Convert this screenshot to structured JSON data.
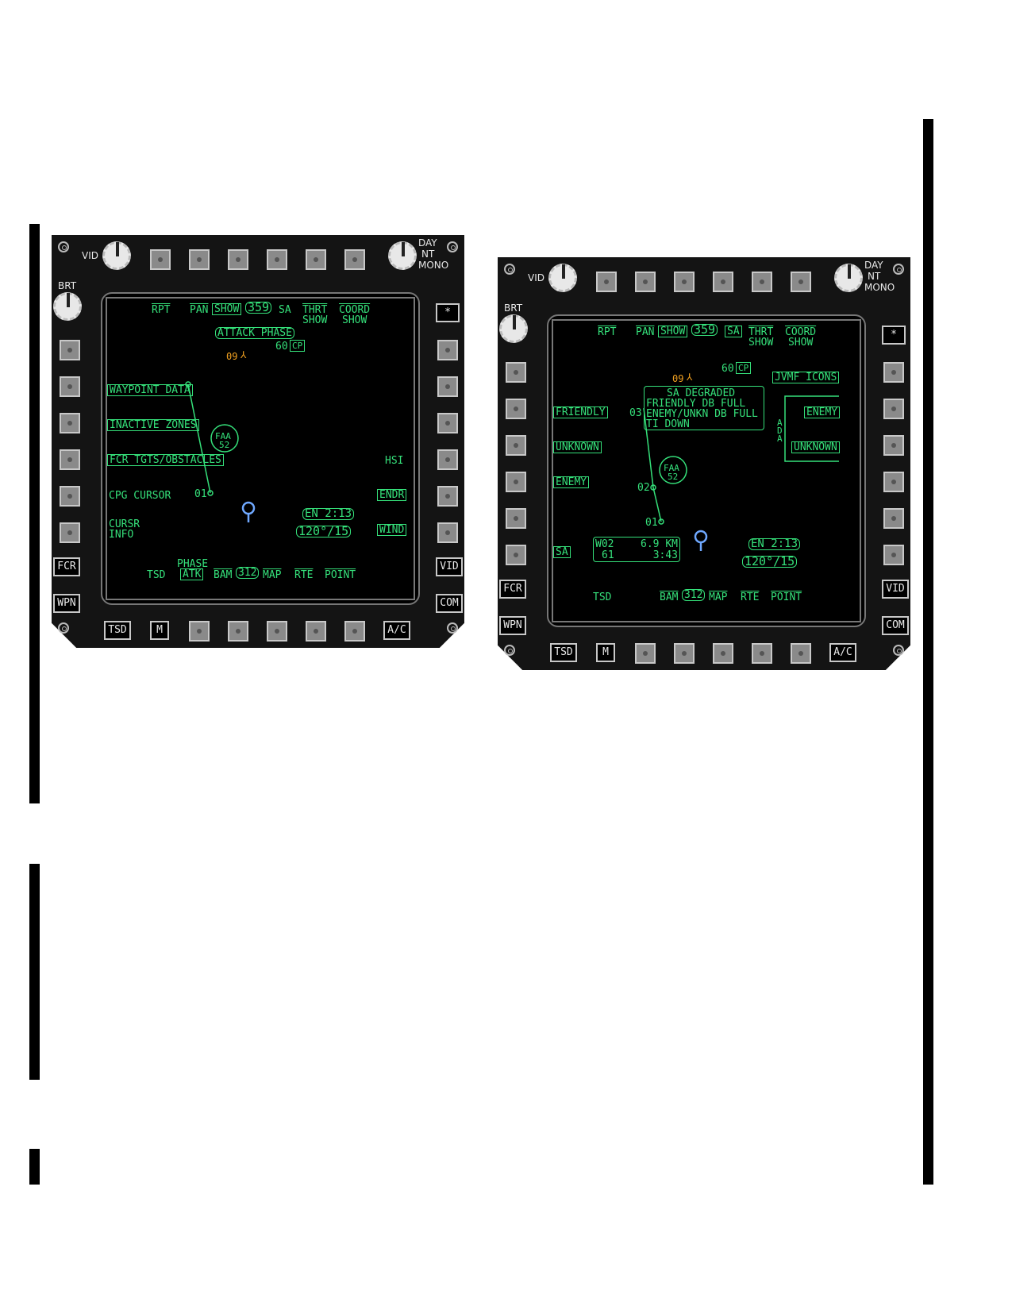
{
  "mfd_common": {
    "vid_knob_label": "VID",
    "brt_knob_label": "BRT",
    "mode_labels": [
      "DAY",
      "NT",
      "MONO"
    ],
    "star_button": "*",
    "fcr_button": "FCR",
    "wpn_button": "WPN",
    "vid_button": "VID",
    "com_button": "COM",
    "tsd_button": "TSD",
    "m_button": "M",
    "ac_button": "A/C"
  },
  "left_mfd": {
    "top_labels": {
      "rpt": "RPT",
      "pan": "PAN",
      "show": "SHOW",
      "heading": "359",
      "sa": "SA",
      "thrt": "THRT",
      "thrt_sub": "SHOW",
      "coord": "COORD",
      "coord_sub": "SHOW"
    },
    "attack_phase": "ATTACK PHASE",
    "cp_value": "60",
    "cp_label": "CP",
    "marker_value": "09",
    "left_options": [
      "WAYPOINT DATA",
      "INACTIVE ZONES",
      "FCR TGTS/OBSTACLES",
      "CPG CURSOR",
      "CURSR",
      "INFO"
    ],
    "right_options": [
      "HSI",
      "ENDR",
      "WIND"
    ],
    "faa": {
      "top": "FAA",
      "bottom": "52"
    },
    "waypoint_01": "01",
    "en_time": "EN 2:13",
    "bearing": "120°/15",
    "bottom_labels": {
      "tsd": "TSD",
      "phase": "PHASE",
      "atk": "ATK",
      "bam": "BAM",
      "range": "312",
      "map": "MAP",
      "rte": "RTE",
      "point": "POINT"
    }
  },
  "right_mfd": {
    "top_labels": {
      "rpt": "RPT",
      "pan": "PAN",
      "show": "SHOW",
      "heading": "359",
      "sa": "SA",
      "thrt": "THRT",
      "thrt_sub": "SHOW",
      "coord": "COORD",
      "coord_sub": "SHOW"
    },
    "cp_value": "60",
    "cp_label": "CP",
    "marker_value": "09",
    "status_box": [
      "SA DEGRADED",
      "FRIENDLY DB FULL",
      "ENEMY/UNKN DB FULL",
      "TI DOWN"
    ],
    "left_options": [
      "FRIENDLY",
      "UNKNOWN",
      "ENEMY",
      "SA"
    ],
    "right_options": [
      "JVMF ICONS",
      "ENEMY",
      "UNKNOWN"
    ],
    "ada_label": "ADA",
    "waypoint_03": "03",
    "waypoint_02": "02",
    "waypoint_01": "01",
    "faa": {
      "top": "FAA",
      "bottom": "52"
    },
    "wp_box": {
      "wp": "W02",
      "dist": "6.9 KM",
      "alt": "61",
      "time": "3:43"
    },
    "en_time": "EN 2:13",
    "bearing": "120°/15",
    "bottom_labels": {
      "tsd": "TSD",
      "bam": "BAM",
      "range": "312",
      "map": "MAP",
      "rte": "RTE",
      "point": "POINT"
    }
  },
  "colors": {
    "symbology": "#35e07a",
    "amber": "#f0a020",
    "ownship": "#6fa8ff"
  }
}
